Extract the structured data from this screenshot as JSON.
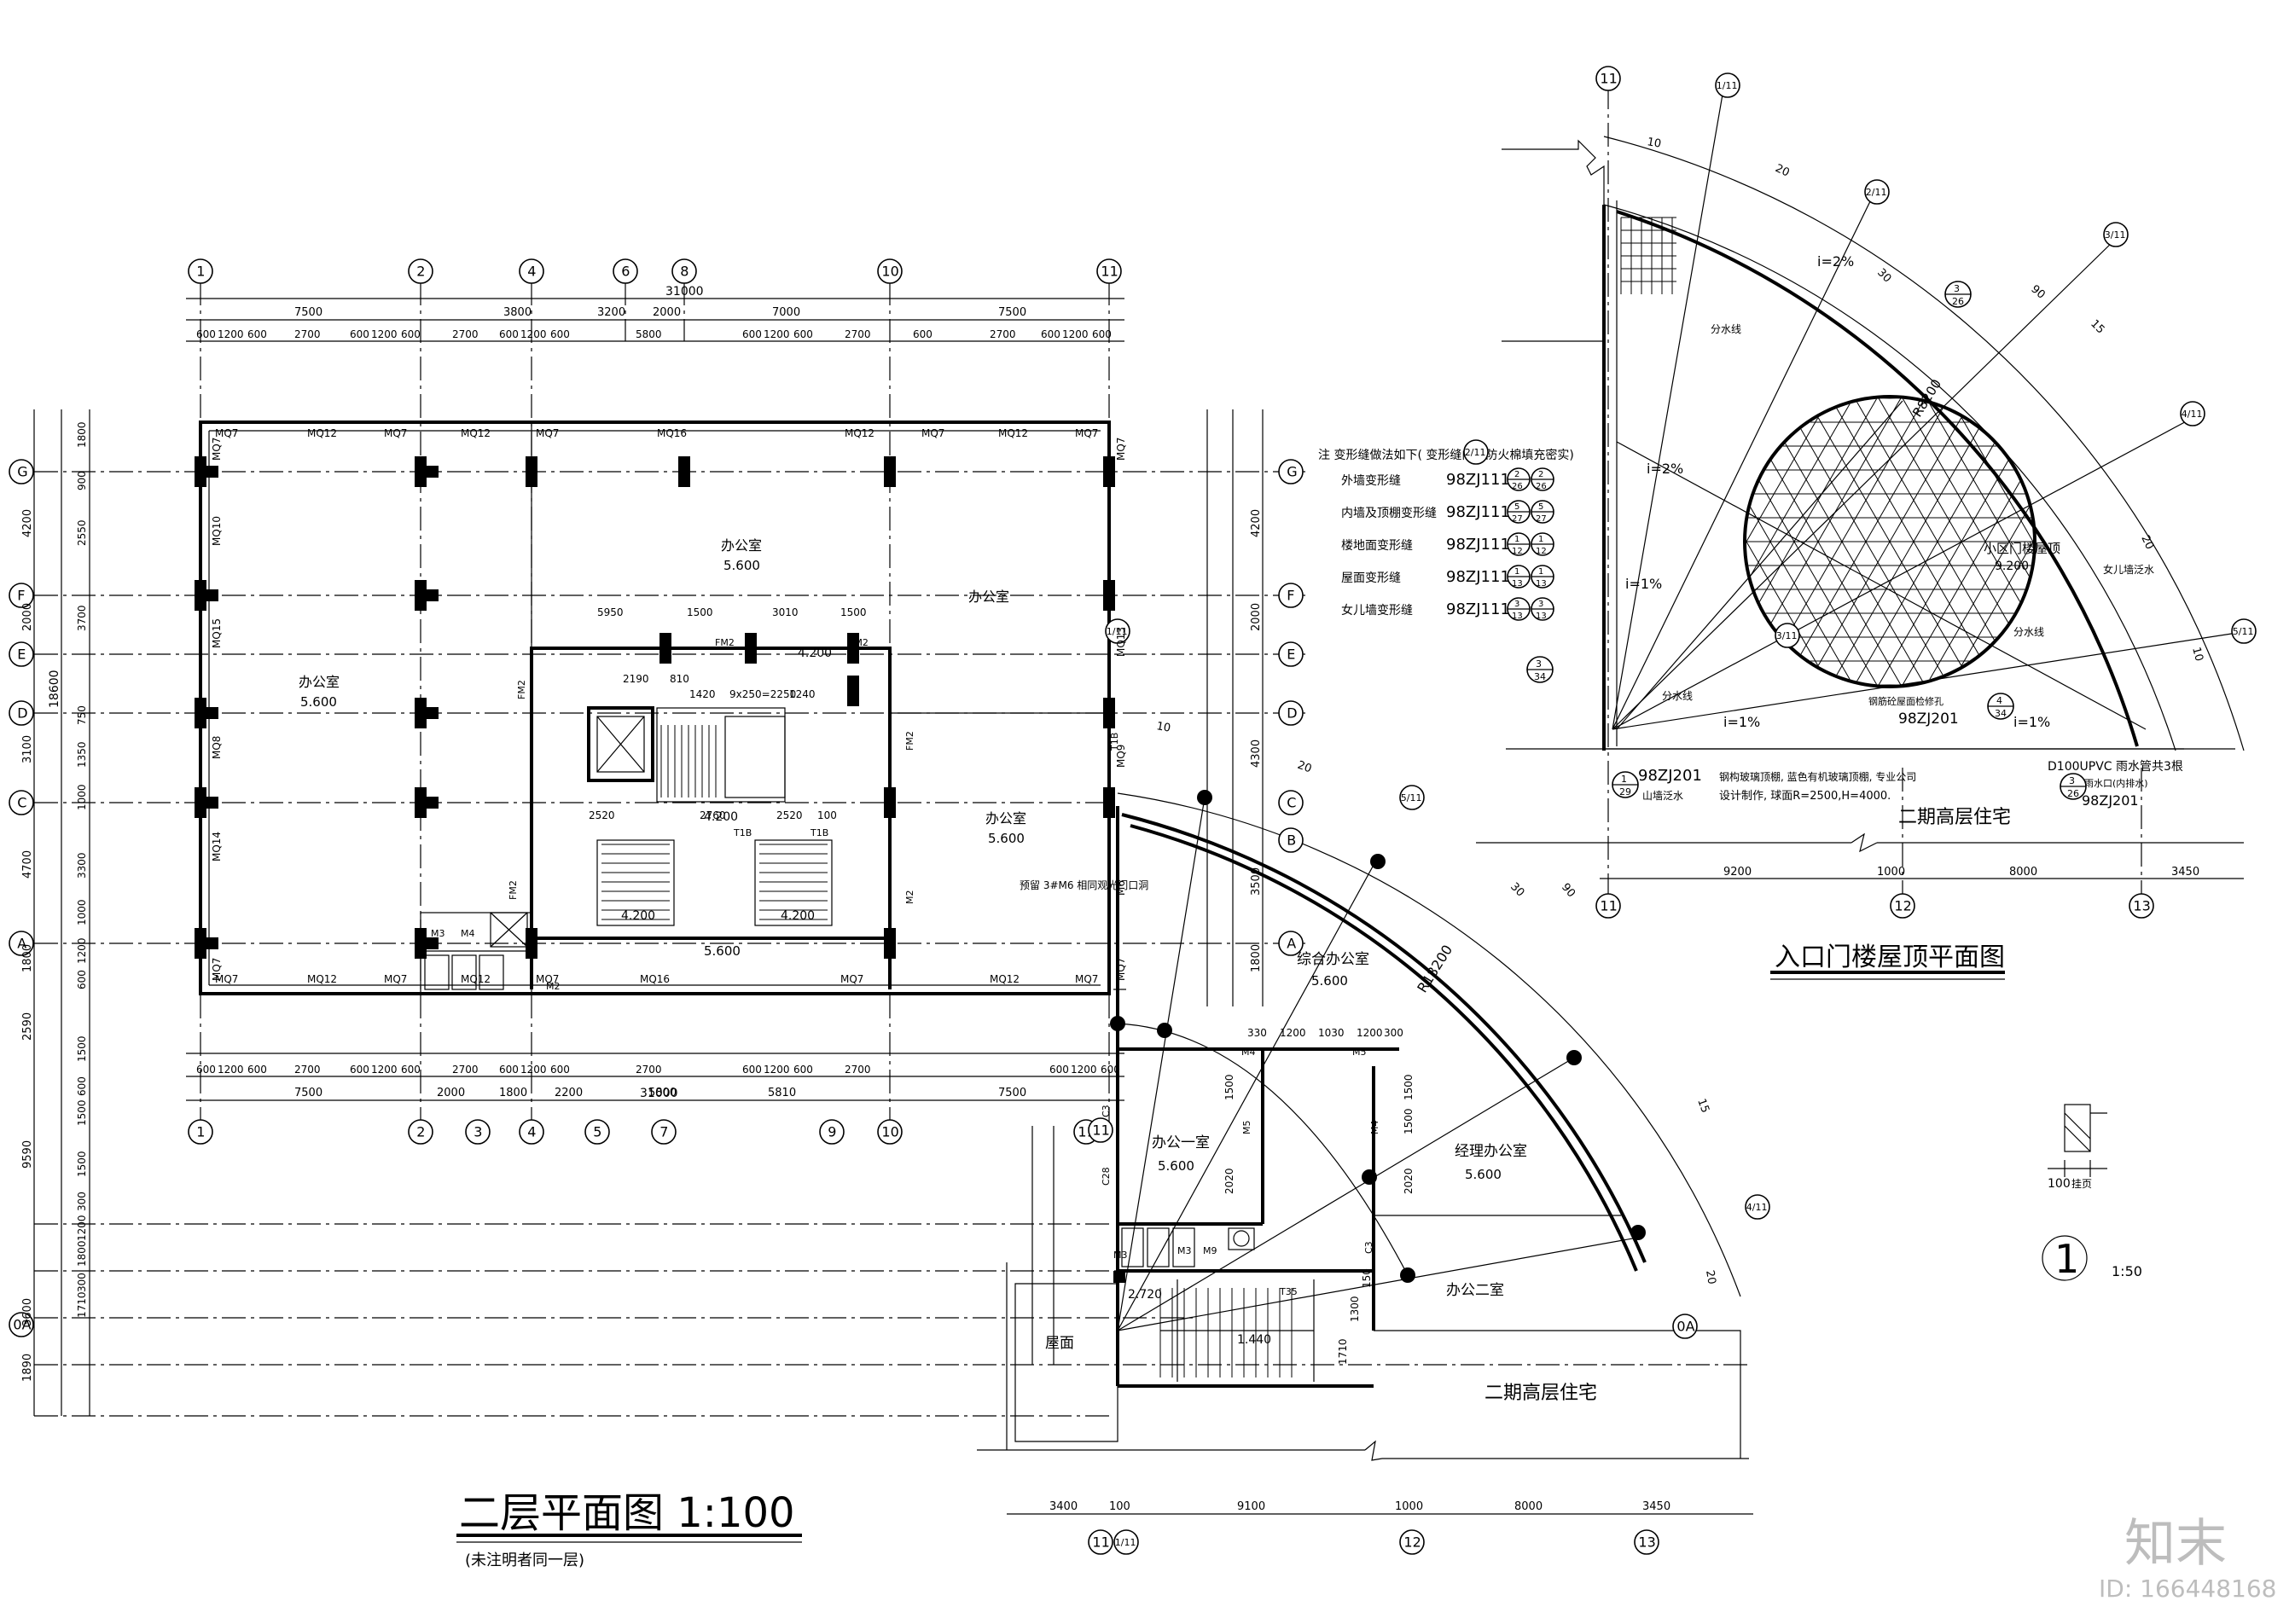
{
  "titles": {
    "main_plan": "二层平面图 1:100",
    "main_plan_note": "(未注明者同一层)",
    "roof_plan": "入口门楼屋顶平面图",
    "detail_scale": "1:50",
    "detail_mark": "1",
    "detail_dim": "100",
    "detail_dim2": "挂页"
  },
  "watermark": {
    "logo": "知末",
    "id": "ID: 166448168"
  },
  "axes": {
    "top_numbers": [
      "1",
      "2",
      "4",
      "6",
      "8",
      "10",
      "11"
    ],
    "bottom_numbers": [
      "1",
      "2",
      "3",
      "4",
      "5",
      "7",
      "9",
      "10",
      "11"
    ],
    "letters": [
      "G",
      "F",
      "E",
      "D",
      "C",
      "B",
      "A",
      "0A"
    ],
    "roof_numbers": [
      "11",
      "12",
      "13"
    ],
    "lower_numbers": [
      "11",
      "1/11",
      "12",
      "13"
    ],
    "radial": [
      "1/11",
      "2/11",
      "3/11",
      "4/11",
      "5/11"
    ]
  },
  "dims": {
    "top_total": "31000",
    "top_row1": [
      "7500",
      "3800",
      "3200",
      "2000",
      "7000",
      "7500"
    ],
    "top_row2": [
      "600",
      "1200",
      "600",
      "2700",
      "600",
      "1200",
      "600",
      "2700",
      "600",
      "1200",
      "600",
      "5800",
      "600",
      "1200",
      "600",
      "2700",
      "600",
      "2700",
      "600",
      "1200",
      "600"
    ],
    "bottom_total": "31000",
    "bottom_row1": [
      "7500",
      "2000",
      "1800",
      "2200",
      "5800",
      "5810",
      "7500"
    ],
    "bottom_row2": [
      "600",
      "1200",
      "600",
      "2700",
      "600",
      "1200",
      "600",
      "2700",
      "600",
      "1200",
      "600",
      "2700",
      "600",
      "1200",
      "600",
      "2700",
      "600",
      "1200",
      "600"
    ],
    "left_total": "18600",
    "left_row1": [
      "4200",
      "2000",
      "3100",
      "4700",
      "1800"
    ],
    "left_row2": [
      "1800",
      "900",
      "2550",
      "3700",
      "750",
      "1350",
      "1000",
      "3300",
      "1000",
      "1200",
      "600"
    ],
    "right_row1": [
      "4200",
      "2000",
      "4300",
      "3500",
      "1800"
    ],
    "left_lower": [
      "2590",
      "9590",
      "3600",
      "1890"
    ],
    "left_lower2": [
      "1500",
      "600",
      "1500",
      "1500",
      "300",
      "1200",
      "1800",
      "300",
      "1710"
    ],
    "lower_bottom": [
      "3400",
      "100",
      "9100",
      "1000",
      "8000",
      "3450"
    ],
    "roof_bottom": [
      "9200",
      "1000",
      "8000",
      "3450"
    ],
    "radius": "R18200",
    "radius2": "R8200",
    "arc_dims": [
      "10",
      "20",
      "30",
      "90",
      "15",
      "20",
      "10"
    ],
    "stair_dims": [
      "2190",
      "810",
      "1420",
      "9x250=2250",
      "1240",
      "5950",
      "1500",
      "3010",
      "1500",
      "2520",
      "2760",
      "2520",
      "100"
    ],
    "office_dims": [
      "330",
      "1200",
      "1030",
      "1200",
      "300",
      "1500",
      "2020",
      "1500",
      "2020",
      "1500",
      "1710",
      "1300",
      "150"
    ]
  },
  "rooms": {
    "office_a": "办公室",
    "office_a_elev": "5.600",
    "office_b": "办公室",
    "office_b_elev": "5.600",
    "office_c": "办公室",
    "office_d": "办公室",
    "office_d_elev": "5.600",
    "lobby_elev": "5.600",
    "stair_elev1": "4.200",
    "stair_elev2": "4.200",
    "stair_elev3": "4.200",
    "stair_elev4": "4.200",
    "general_office": "综合办公室",
    "general_office_elev": "5.600",
    "office_1": "办公一室",
    "office_1_elev": "5.600",
    "manager_office": "经理办公室",
    "manager_office_elev": "5.600",
    "office_2": "办公二室",
    "roof_area": "屋面",
    "phase2_a": "二期高层住宅",
    "phase2_b": "二期高层住宅",
    "lower_elev1": "2.720",
    "lower_elev2": "1.440",
    "elevator_note": "预留 3#M6 相同观光门口洞"
  },
  "windows": {
    "top": [
      "MQ7",
      "MQ12",
      "MQ7",
      "MQ12",
      "MQ7",
      "MQ16",
      "MQ12",
      "MQ7",
      "MQ12",
      "MQ7"
    ],
    "bottom": [
      "MQ7",
      "MQ12",
      "MQ7",
      "MQ12",
      "MQ7",
      "MQ16",
      "MQ7",
      "MQ12",
      "MQ7"
    ],
    "left": [
      "MQ7",
      "MQ10",
      "MQ15",
      "MQ8",
      "MQ14",
      "MQ7"
    ],
    "right": [
      "MQ7",
      "MQ13",
      "MQ9",
      "M6",
      "MQ7"
    ],
    "doors": [
      "FM2",
      "FM2",
      "FM2",
      "FM2",
      "FM2",
      "M2",
      "M2",
      "M3",
      "M4",
      "M4",
      "M5",
      "M5",
      "M4",
      "C3",
      "C3",
      "C28",
      "M3",
      "M3",
      "M9",
      "T1B",
      "T1B",
      "T1B",
      "T35"
    ]
  },
  "roof_notes": {
    "header": "注 变形缝做法如下( 变形缝内用防火棉填充密实)",
    "items": [
      {
        "label": "外墙变形缝",
        "code": "98ZJ111",
        "ref_a": "2",
        "ref_b": "26"
      },
      {
        "label": "内墙及顶棚变形缝",
        "code": "98ZJ111",
        "ref_a": "5",
        "ref_b": "27"
      },
      {
        "label": "楼地面变形缝",
        "code": "98ZJ111",
        "ref_a": "1",
        "ref_b": "12"
      },
      {
        "label": "屋面变形缝",
        "code": "98ZJ111",
        "ref_a": "1",
        "ref_b": "13"
      },
      {
        "label": "女儿墙变形缝",
        "code": "98ZJ111",
        "ref_a": "3",
        "ref_b": "13"
      }
    ],
    "canopy": "小区门楼屋顶",
    "canopy_elev": "9.200",
    "gutter": "分水线",
    "slope1": "i=2%",
    "slope2": "i=1%",
    "note_a": "98ZJ201",
    "note_b": "山墙泛水",
    "note_c": "钢构玻璃顶棚, 蓝色有机玻璃顶棚, 专业公司",
    "note_d": "设计制作, 球面R=2500,H=4000.",
    "note_e": "D100UPVC 雨水管共3根",
    "note_f": "雨水口(内排水)",
    "note_g": "98ZJ201",
    "note_h": "98ZJ201",
    "note_i": "女儿墙泛水",
    "note_j": "钢筋砼屋面检修孔",
    "refs": [
      "3",
      "26",
      "3",
      "34",
      "4",
      "34",
      "1",
      "29",
      "3",
      "26"
    ]
  }
}
